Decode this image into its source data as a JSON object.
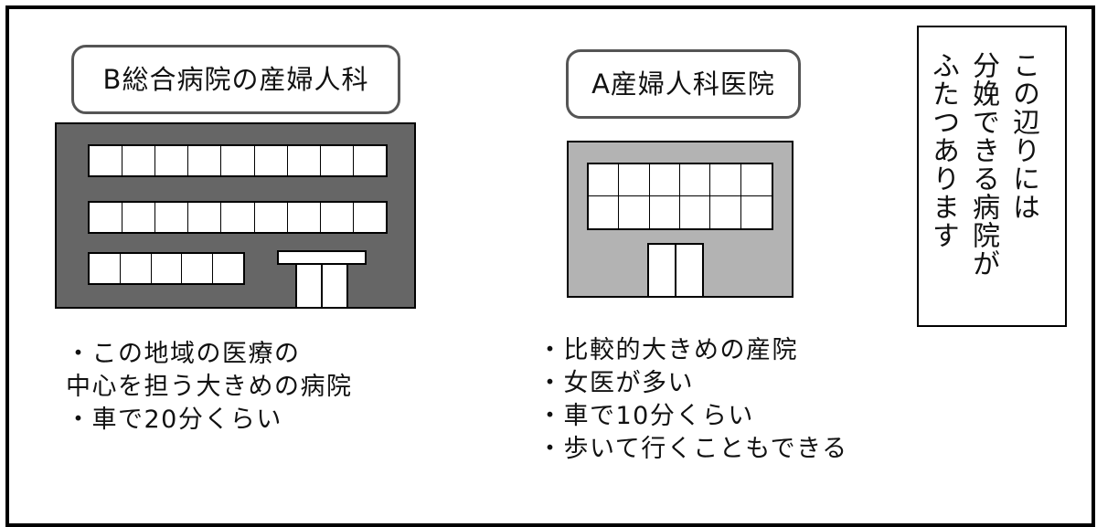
{
  "hospital_b": {
    "label": "B総合病院の産婦人科",
    "description": [
      "・この地域の医療の",
      "中心を担う大きめの病院",
      "・車で20分くらい"
    ]
  },
  "hospital_a": {
    "label": "A産婦人科医院",
    "description": [
      "・比較的大きめの産院",
      "・女医が多い",
      "・車で10分くらい",
      "・歩いて行くこともできる"
    ]
  },
  "narration": {
    "lines": [
      "この辺りには",
      "分娩できる病院が",
      "ふたつあります"
    ]
  },
  "colors": {
    "building_b": "#666666",
    "building_a": "#b3b3b3",
    "border": "#000000",
    "label_border": "#555555"
  }
}
